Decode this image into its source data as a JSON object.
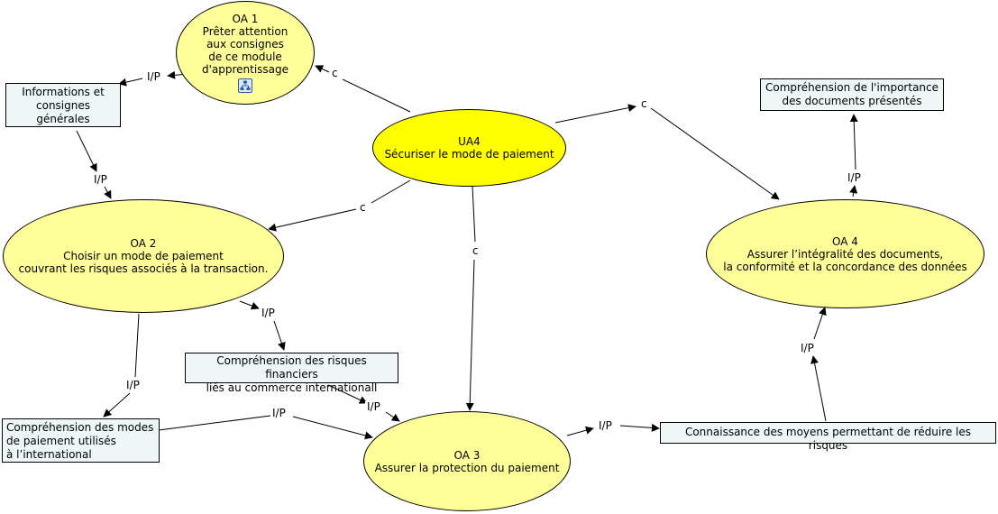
{
  "nodes": {
    "ua4": {
      "title": "UA4",
      "text": "Sécuriser le mode de paiement"
    },
    "oa1": {
      "title": "OA 1",
      "text": "Prêter attention\n aux consignes\nde ce module\nd'apprentissage"
    },
    "oa2": {
      "title": "OA 2",
      "text": "Choisir un mode de paiement\ncouvrant les risques associés à la transaction."
    },
    "oa3": {
      "title": "OA 3",
      "text": "Assurer la protection du paiement"
    },
    "oa4": {
      "title": "OA 4",
      "text": "Assurer l’intégralité des documents,\nla conformité et la concordance des données"
    }
  },
  "boxes": {
    "info": "Informations et\nconsignes générales",
    "risques": "Compréhension des risques financiers\nliés au commerce internationall",
    "modes": "Compréhension des modes\nde paiement utilisés\nà l’international",
    "moyens": "Connaissance des moyens permettant de réduire les risques",
    "importance": "Compréhension de l'importance\ndes documents présentés"
  },
  "links": {
    "ua4_oa1": "c",
    "ua4_oa2": "c",
    "ua4_oa3": "c",
    "ua4_oa4": "c",
    "oa1_info": "I/P",
    "info_oa2": "I/P",
    "oa2_risques": "I/P",
    "risques_oa3": "I/P",
    "oa2_modes": "I/P",
    "modes_oa3": "I/P",
    "oa3_moyens": "I/P",
    "moyens_oa4": "I/P",
    "oa4_importance": "I/P"
  },
  "colors": {
    "main_node": "#ffff00",
    "objective_node": "#ffff99",
    "concept_box": "#eef6f7"
  },
  "icons": {
    "oa1_resource": "concept-map-resource-icon"
  }
}
